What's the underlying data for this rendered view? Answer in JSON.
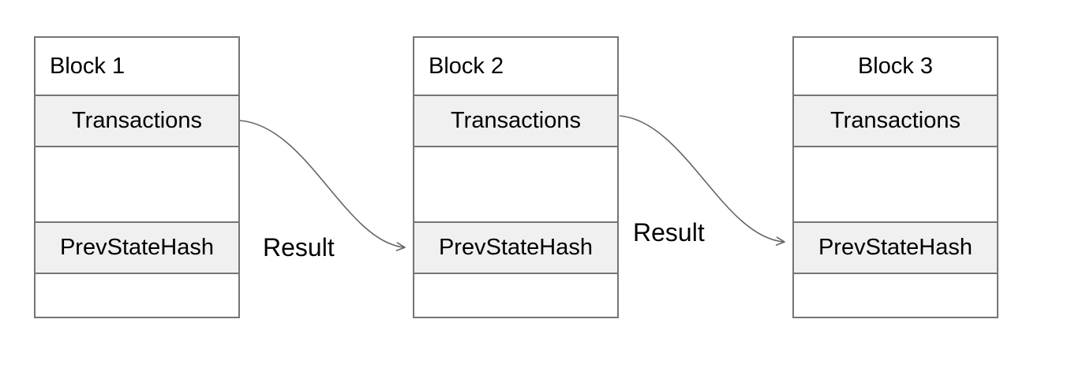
{
  "colors": {
    "background": "#ffffff",
    "block_border": "#757575",
    "row_fill": "#f0f0f0",
    "arrow": "#666666",
    "text": "#000000"
  },
  "blocks": [
    {
      "title": "Block 1",
      "title_align": "left",
      "transactions_label": "Transactions",
      "prev_state_hash_label": "PrevStateHash"
    },
    {
      "title": "Block 2",
      "title_align": "left",
      "transactions_label": "Transactions",
      "prev_state_hash_label": "PrevStateHash"
    },
    {
      "title": "Block 3",
      "title_align": "center",
      "transactions_label": "Transactions",
      "prev_state_hash_label": "PrevStateHash"
    }
  ],
  "connectors": [
    {
      "label": "Result",
      "from": "Block 1 Transactions",
      "to": "Block 2 PrevStateHash"
    },
    {
      "label": "Result",
      "from": "Block 2 Transactions",
      "to": "Block 3 PrevStateHash"
    }
  ]
}
